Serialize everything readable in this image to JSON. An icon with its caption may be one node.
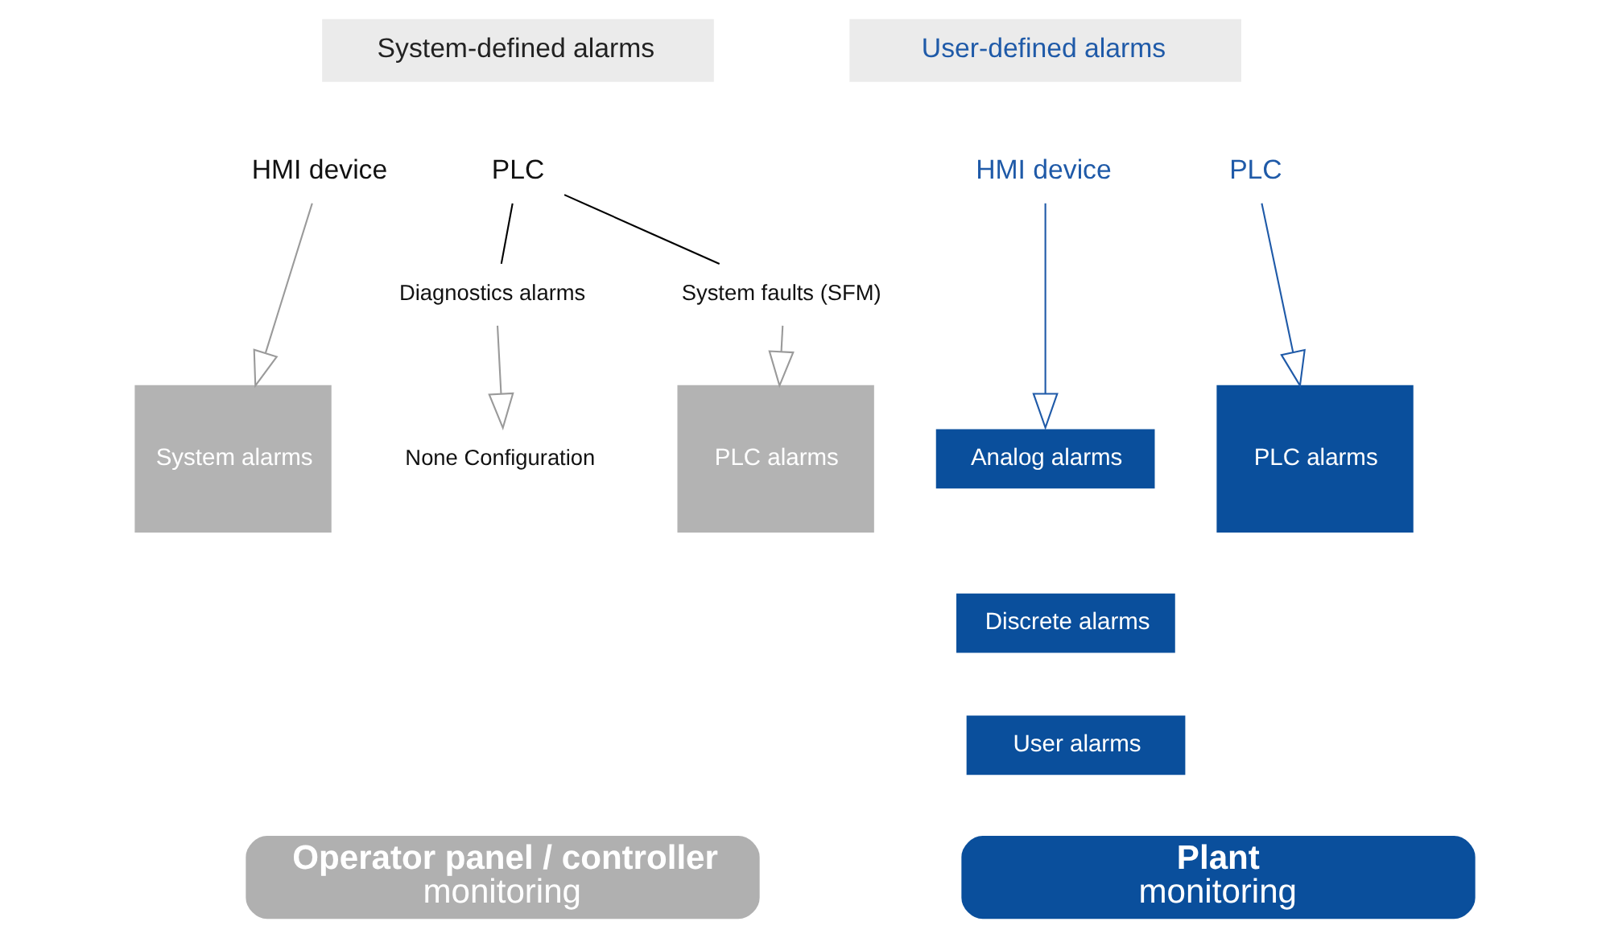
{
  "diagram": {
    "nodes": [
      {
        "text": [
          "System-defined alarms"
        ]
      },
      {
        "text": [
          "User-defined alarms"
        ]
      },
      {
        "text": [
          "HMI device"
        ]
      },
      {
        "text": [
          "PLC"
        ]
      },
      {
        "text": [
          "Diagnostics alarms"
        ]
      },
      {
        "text": [
          "System faults (SFM)"
        ]
      },
      {
        "text": [
          "HMI device"
        ]
      },
      {
        "text": [
          "PLC"
        ]
      },
      {
        "text": [
          "System alarms"
        ]
      },
      {
        "text": [
          "None Configuration"
        ]
      },
      {
        "text": [
          "PLC alarms"
        ]
      },
      {
        "text": [
          "Analog alarms"
        ]
      },
      {
        "text": [
          "Discrete alarms"
        ]
      },
      {
        "text": [
          "User alarms"
        ]
      },
      {
        "text": [
          "PLC alarms"
        ]
      },
      {
        "text": [
          "Operator panel / controller",
          "monitoring"
        ]
      },
      {
        "text": [
          "Plant",
          "monitoring"
        ]
      }
    ],
    "edges": [
      {
        "from": 3,
        "to": 4,
        "arrow": "none",
        "color": "#000000"
      },
      {
        "from": 3,
        "to": 5,
        "arrow": "none",
        "color": "#000000"
      },
      {
        "from": 2,
        "to": 8,
        "arrow": "to"
      },
      {
        "from": 4,
        "to": 9,
        "arrow": "to"
      },
      {
        "from": 5,
        "to": 10,
        "arrow": "to"
      },
      {
        "from": 6,
        "to": 11,
        "arrow": "to",
        "color": "#1f5aa8"
      },
      {
        "from": 7,
        "to": 14,
        "arrow": "to",
        "color": "#1f5aa8"
      }
    ]
  }
}
